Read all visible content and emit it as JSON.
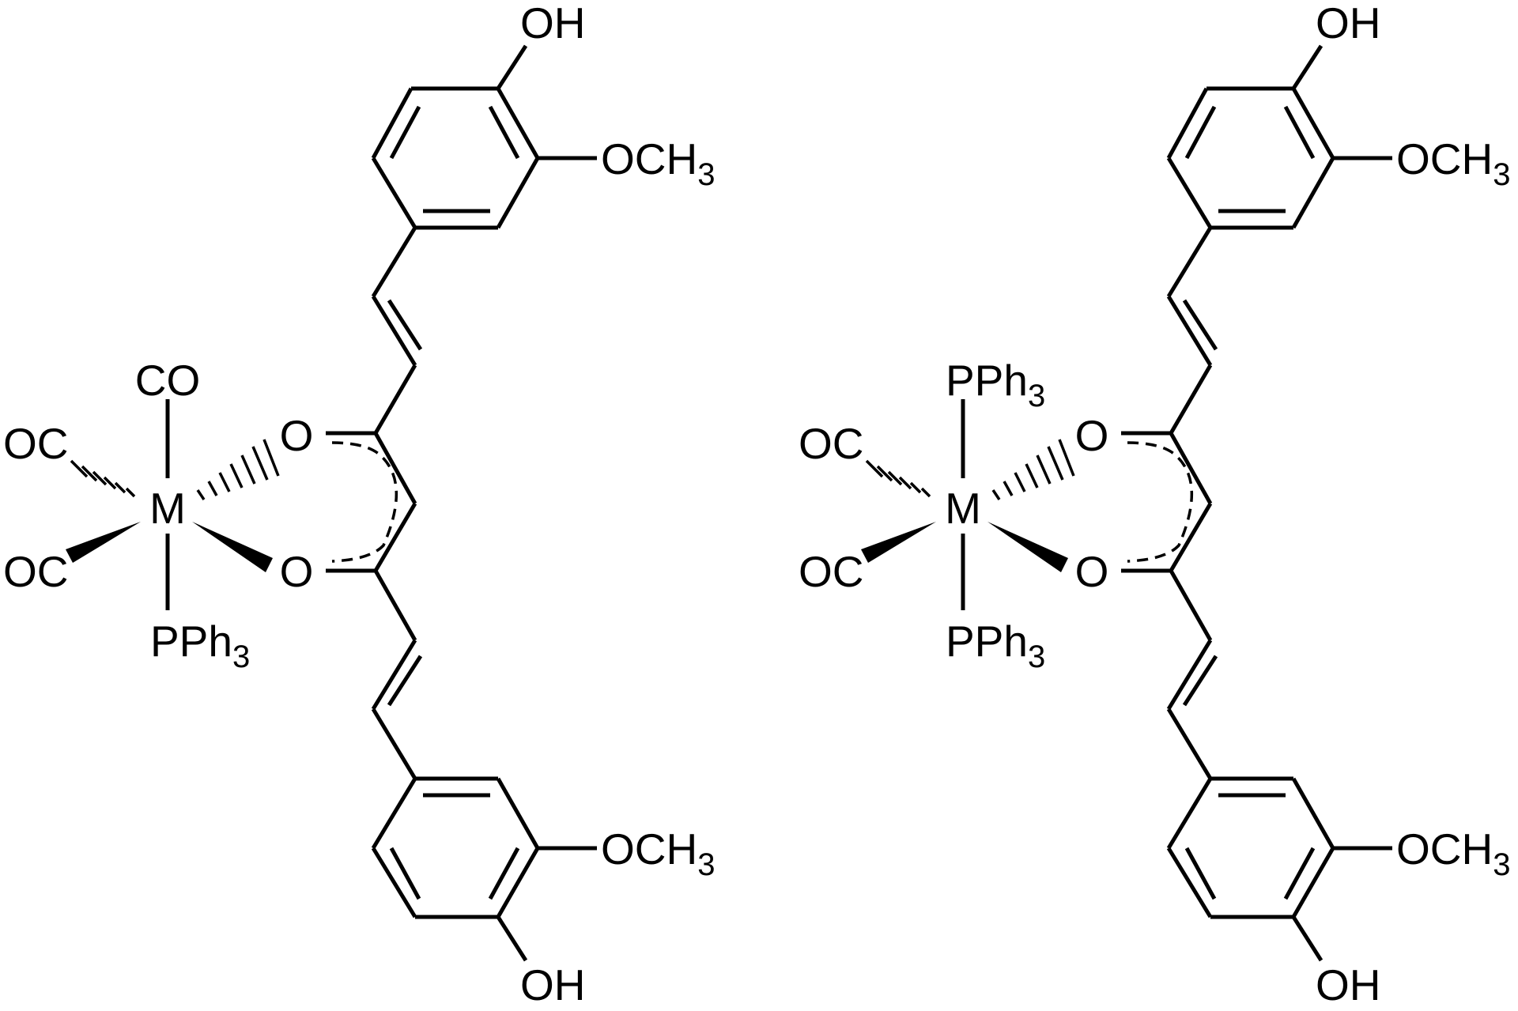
{
  "structures": [
    {
      "metal": "M",
      "axial_top": "CO",
      "axial_bottom": "PPh",
      "axial_bottom_sub": "3",
      "equatorial_left_top": "OC",
      "equatorial_left_bottom": "OC",
      "oxygen_top": "O",
      "oxygen_bottom": "O",
      "ring_top": {
        "oh": "OH",
        "methoxy": "OCH",
        "methoxy_sub": "3"
      },
      "ring_bottom": {
        "oh": "OH",
        "methoxy": "OCH",
        "methoxy_sub": "3"
      }
    },
    {
      "metal": "M",
      "axial_top": "PPh",
      "axial_top_sub": "3",
      "axial_bottom": "PPh",
      "axial_bottom_sub": "3",
      "equatorial_left_top": "OC",
      "equatorial_left_bottom": "OC",
      "oxygen_top": "O",
      "oxygen_bottom": "O",
      "ring_top": {
        "oh": "OH",
        "methoxy": "OCH",
        "methoxy_sub": "3"
      },
      "ring_bottom": {
        "oh": "OH",
        "methoxy": "OCH",
        "methoxy_sub": "3"
      }
    }
  ]
}
